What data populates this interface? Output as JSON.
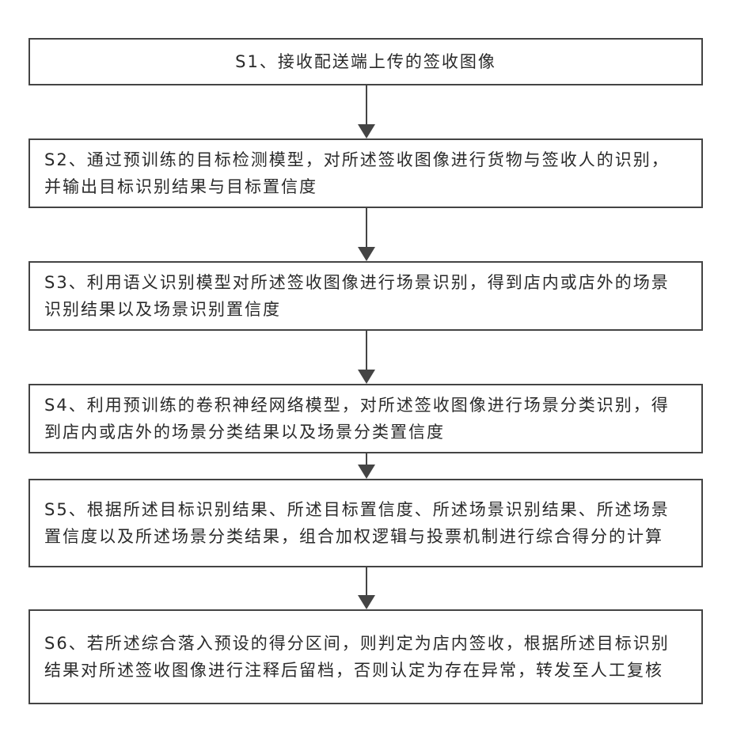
{
  "steps": [
    {
      "text": "S1、接收配送端上传的签收图像"
    },
    {
      "text": "S2、通过预训练的目标检测模型，对所述签收图像进行货物与签收人的识别，并输出目标识别结果与目标置信度"
    },
    {
      "text": "S3、利用语义识别模型对所述签收图像进行场景识别，得到店内或店外的场景识别结果以及场景识别置信度"
    },
    {
      "text": "S4、利用预训练的卷积神经网络模型，对所述签收图像进行场景分类识别，得到店内或店外的场景分类结果以及场景分类置信度"
    },
    {
      "text": "S5、根据所述目标识别结果、所述目标置信度、所述场景识别结果、所述场景置信度以及所述场景分类结果，组合加权逻辑与投票机制进行综合得分的计算"
    },
    {
      "text": "S6、若所述综合落入预设的得分区间，则判定为店内签收，根据所述目标识别结果对所述签收图像进行注释后留档，否则认定为存在异常，转发至人工复核"
    }
  ]
}
